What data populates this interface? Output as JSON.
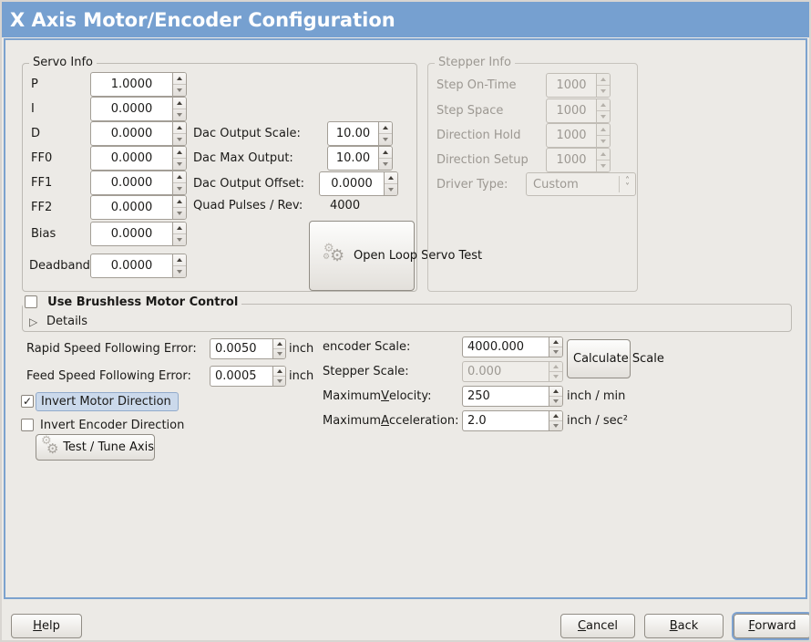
{
  "window": {
    "title": "X Axis Motor/Encoder Configuration"
  },
  "colors": {
    "titlebar": "#76A0D0",
    "content_border": "#7CA2CE",
    "bg": "#ECEAE6",
    "highlight_bg": "#CBD9EB",
    "highlight_border": "#92ABCB"
  },
  "icons": {
    "gear": "⚙",
    "check": "✓",
    "expander": "▷",
    "chevron_up": "˄",
    "chevron_down": "˅"
  },
  "servo_info": {
    "legend": "Servo Info",
    "fields": [
      {
        "label": "P",
        "value": "1.0000"
      },
      {
        "label": "I",
        "value": "0.0000"
      },
      {
        "label": "D",
        "value": "0.0000"
      },
      {
        "label": "FF0",
        "value": "0.0000"
      },
      {
        "label": "FF1",
        "value": "0.0000"
      },
      {
        "label": "FF2",
        "value": "0.0000"
      },
      {
        "label": "Bias",
        "value": "0.0000"
      },
      {
        "label": "Deadband",
        "value": "0.0000"
      }
    ],
    "dac_fields": [
      {
        "label": "Dac Output Scale:",
        "value": "10.00"
      },
      {
        "label": "Dac Max Output:",
        "value": "10.00"
      },
      {
        "label": "Dac Output Offset:",
        "value": "0.0000"
      }
    ],
    "quad_pulses": {
      "label": "Quad Pulses / Rev:",
      "value": "4000"
    },
    "open_loop_button_label": "Open Loop Servo Test"
  },
  "stepper_info": {
    "legend": "Stepper Info",
    "fields": [
      {
        "label": "Step On-Time",
        "value": "1000"
      },
      {
        "label": "Step Space",
        "value": "1000"
      },
      {
        "label": "Direction Hold",
        "value": "1000"
      },
      {
        "label": "Direction Setup",
        "value": "1000"
      }
    ],
    "driver_type": {
      "label": "Driver Type:",
      "value": "Custom"
    }
  },
  "brushless": {
    "checkbox_label": "Use Brushless Motor Control",
    "details_label": "Details"
  },
  "following_error": {
    "rapid": {
      "label": "Rapid Speed Following Error:",
      "value": "0.0050",
      "unit": "inch"
    },
    "feed": {
      "label": "Feed Speed Following Error:",
      "value": "0.0005",
      "unit": "inch"
    }
  },
  "scaling": {
    "encoder_scale": {
      "label": "encoder Scale:",
      "value": "4000.000"
    },
    "calculate_button_label": "Calculate Scale",
    "stepper_scale": {
      "label": "Stepper Scale:",
      "value": "0.000"
    },
    "max_velocity": {
      "label": "Maximum Velocity:",
      "value": "250",
      "unit": "inch / min"
    },
    "max_acceleration": {
      "label": "Maximum Acceleration:",
      "value": "2.0",
      "unit": "inch / sec²"
    }
  },
  "direction": {
    "invert_motor_label": "Invert Motor Direction",
    "invert_encoder_label": "Invert Encoder Direction"
  },
  "test_tune_button_label": "Test / Tune Axis",
  "footer": {
    "help": "Help",
    "cancel": "Cancel",
    "back": "Back",
    "forward": "Forward"
  }
}
